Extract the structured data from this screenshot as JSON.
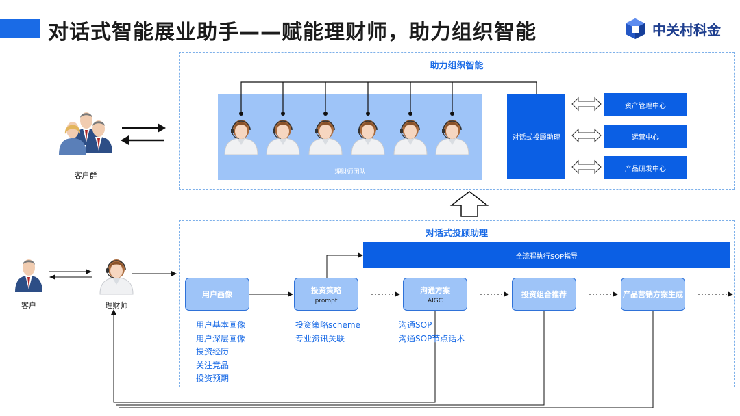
{
  "header": {
    "title": "对话式智能展业助手——赋能理财师，助力组织智能",
    "brand_name": "中关村科金",
    "accent_color": "#1a6be6",
    "logo_icon": "cube-logo-icon"
  },
  "top_section": {
    "title": "助力组织智能",
    "team_label": "理财师团队",
    "advisor_label": "对话式投顾助理",
    "centers": [
      "资产管理中心",
      "运营中心",
      "产品研发中心"
    ]
  },
  "left_actors": {
    "customer_group_label": "客户群",
    "customer_label": "客户",
    "advisor_person_label": "理财师"
  },
  "bottom_section": {
    "title": "对话式投顾助理",
    "sop_label": "全流程执行SOP指导",
    "steps": [
      {
        "label": "用户画像",
        "sub": ""
      },
      {
        "label": "投资策略",
        "sub": "prompt"
      },
      {
        "label": "沟通方案",
        "sub": "AIGC"
      },
      {
        "label": "投资组合推荐",
        "sub": ""
      },
      {
        "label": "产品营销方案生成",
        "sub": ""
      }
    ],
    "lists": [
      [
        "用户基本画像",
        "用户深层画像",
        "投资经历",
        "关注竞品",
        "投资预期"
      ],
      [
        "投资策略scheme",
        "专业资讯关联"
      ],
      [
        "沟通SOP",
        "沟通SOP节点话术"
      ]
    ],
    "connector_text": "……"
  }
}
